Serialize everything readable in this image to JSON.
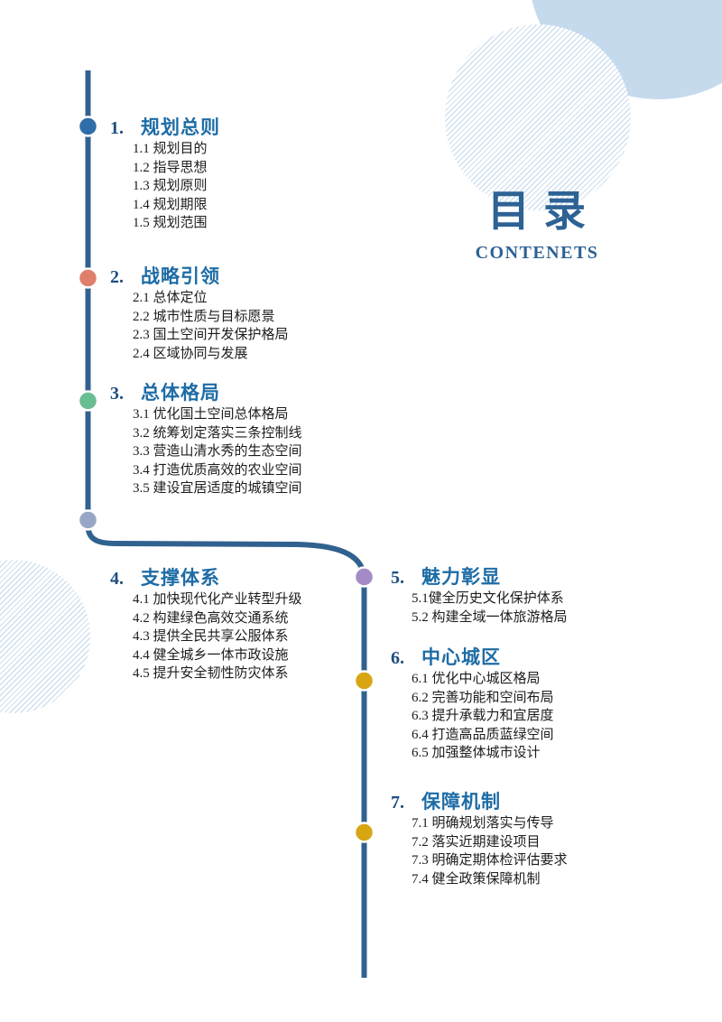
{
  "page": {
    "title_cn": "目 录",
    "title_en": "CONTENETS"
  },
  "sections": [
    {
      "num": "1.",
      "title": "规划总则",
      "dot_color": "#2F6EA8",
      "items": [
        "1.1 规划目的",
        "1.2 指导思想",
        "1.3 规划原则",
        "1.4 规划期限",
        "1.5 规划范围"
      ]
    },
    {
      "num": "2.",
      "title": "战略引领",
      "dot_color": "#E07E6C",
      "items": [
        "2.1 总体定位",
        "2.2 城市性质与目标愿景",
        "2.3 国土空间开发保护格局",
        "2.4 区域协同与发展"
      ]
    },
    {
      "num": "3.",
      "title": "总体格局",
      "dot_color": "#69BD92",
      "items": [
        "3.1 优化国土空间总体格局",
        "3.2 统筹划定落实三条控制线",
        "3.3 营造山清水秀的生态空间",
        "3.4 打造优质高效的农业空间",
        "3.5 建设宜居适度的城镇空间"
      ]
    },
    {
      "num": "4.",
      "title": "支撑体系",
      "dot_color": null,
      "items": [
        "4.1 加快现代化产业转型升级",
        "4.2 构建绿色高效交通系统",
        "4.3 提供全民共享公服体系",
        "4.4 健全城乡一体市政设施",
        "4.5 提升安全韧性防灾体系"
      ]
    },
    {
      "num": "5.",
      "title": "魅力彰显",
      "dot_color": "#A38CC6",
      "items": [
        "5.1健全历史文化保护体系",
        "5.2 构建全域一体旅游格局"
      ]
    },
    {
      "num": "6.",
      "title": "中心城区",
      "dot_color": "#D8A513",
      "items": [
        "6.1 优化中心城区格局",
        "6.2 完善功能和空间布局",
        "6.3 提升承载力和宜居度",
        "6.4 打造高品质蓝绿空间",
        "6.5 加强整体城市设计"
      ]
    },
    {
      "num": "7.",
      "title": "保障机制",
      "dot_color": "#D8A513",
      "items": [
        "7.1 明确规划落实与传导",
        "7.2 落实近期建设项目",
        "7.3 明确定期体检评估要求",
        "7.4 健全政策保障机制"
      ]
    }
  ],
  "colors": {
    "line": "#31618F",
    "junction_dot": "#97A6C4",
    "num_blue": "#1D4E7E",
    "heading_blue": "#1E6CA6",
    "title_blue": "#2D6294",
    "item_text": "#1C1C1C",
    "circle_solid": "#C6DAEE",
    "hatch_line": "#CFE0EF"
  }
}
